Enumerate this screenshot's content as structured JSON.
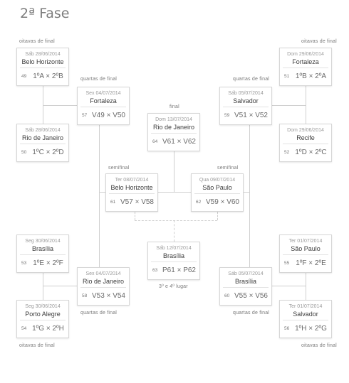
{
  "page": {
    "title": "2ª Fase"
  },
  "labels": {
    "round16": "oitavas de final",
    "quarters": "quartas de final",
    "semis": "semifinal",
    "final": "final",
    "third": "3º e 4º lugar"
  },
  "matches": {
    "m49": {
      "date": "Sáb 28/06/2014",
      "city": "Belo Horizonte",
      "num": "49",
      "match": "1ºA × 2ºB"
    },
    "m50": {
      "date": "Sáb 28/06/2014",
      "city": "Rio de Janeiro",
      "num": "50",
      "match": "1ºC × 2ºD"
    },
    "m51": {
      "date": "Dom 29/06/2014",
      "city": "Fortaleza",
      "num": "51",
      "match": "1ºB × 2ºA"
    },
    "m52": {
      "date": "Dom 29/06/2014",
      "city": "Recife",
      "num": "52",
      "match": "1ºD × 2ºC"
    },
    "m53": {
      "date": "Seg 30/06/2014",
      "city": "Brasília",
      "num": "53",
      "match": "1ºE × 2ºF"
    },
    "m54": {
      "date": "Seg 30/06/2014",
      "city": "Porto Alegre",
      "num": "54",
      "match": "1ºG × 2ºH"
    },
    "m55": {
      "date": "Ter 01/07/2014",
      "city": "São Paulo",
      "num": "55",
      "match": "1ºF × 2ºE"
    },
    "m56": {
      "date": "Ter 01/07/2014",
      "city": "Salvador",
      "num": "56",
      "match": "1ºH × 2ºG"
    },
    "m57": {
      "date": "Sex 04/07/2014",
      "city": "Fortaleza",
      "num": "57",
      "match": "V49 × V50"
    },
    "m58": {
      "date": "Sex 04/07/2014",
      "city": "Rio de Janeiro",
      "num": "58",
      "match": "V53 × V54"
    },
    "m59": {
      "date": "Sáb 05/07/2014",
      "city": "Salvador",
      "num": "59",
      "match": "V51 × V52"
    },
    "m60": {
      "date": "Sáb 05/07/2014",
      "city": "Brasília",
      "num": "60",
      "match": "V55 × V56"
    },
    "m61": {
      "date": "Ter 08/07/2014",
      "city": "Belo Horizonte",
      "num": "61",
      "match": "V57 × V58"
    },
    "m62": {
      "date": "Qua 09/07/2014",
      "city": "São Paulo",
      "num": "62",
      "match": "V59 × V60"
    },
    "m63": {
      "date": "Sáb 12/07/2014",
      "city": "Brasília",
      "num": "63",
      "match": "P61 × P62"
    },
    "m64": {
      "date": "Dom 13/07/2014",
      "city": "Rio de Janeiro",
      "num": "64",
      "match": "V61 × V62"
    }
  }
}
